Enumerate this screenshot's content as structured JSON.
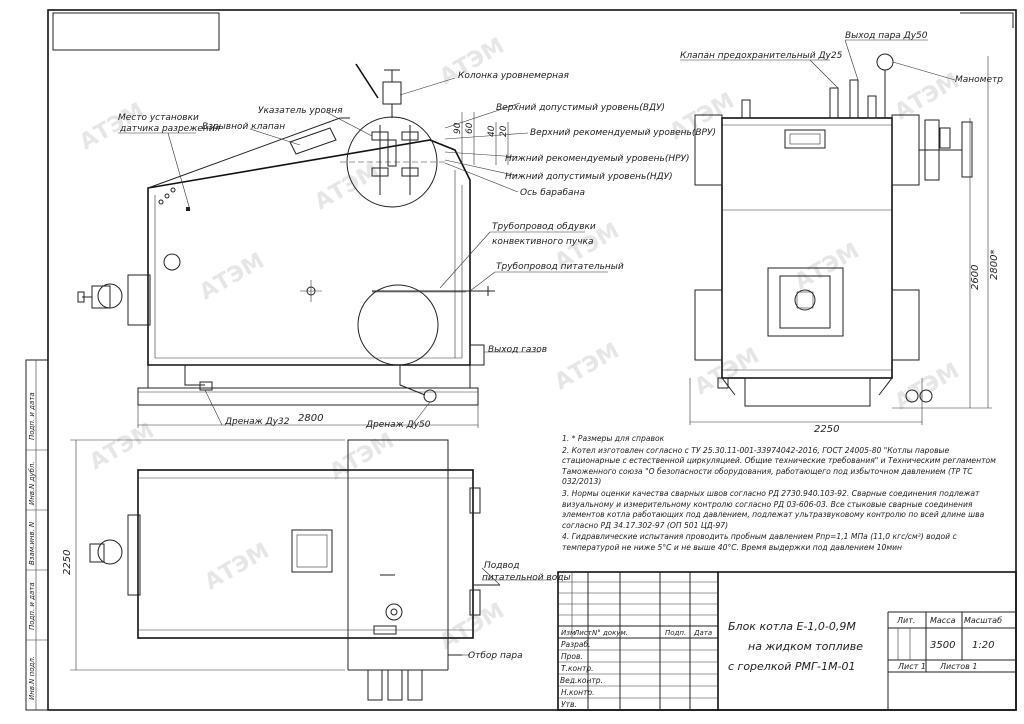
{
  "watermark": "АТЭМ",
  "top_labels": {
    "vacuum_sensor": [
      "Место установки",
      "датчика разрежения"
    ],
    "level_column": "Колонка уровнемерная",
    "level_indicator": "Указатель уровня",
    "explosion_valve": "Взрывной клапан",
    "vdu": "Верхний допустимый уровень(ВДУ)",
    "vru": "Верхний рекомендуемый уровень(ВРУ)",
    "nru": "Нижний рекомендуемый уровень(НРУ)",
    "ndu": "Нижний допустимый уровень(НДУ)",
    "drum_axis": "Ось барабана",
    "blowdown_pipe": [
      "Трубопровод обдувки",
      "конвективного пучка"
    ],
    "feed_pipe": "Трубопровод питательный",
    "gas_outlet": "Выход газов",
    "drain32": "Дренаж Ду32",
    "drain50": "Дренаж Ду50",
    "safety_valve": "Клапан предохранительный Ду25",
    "steam_outlet": "Выход пара Ду50",
    "manometer": "Манометр",
    "feed_water": [
      "Подвод",
      "питательной воды"
    ],
    "steam_tap": "Отбор пара"
  },
  "dimensions": {
    "d90": "90",
    "d60": "60",
    "d40": "40",
    "d20": "20",
    "front_width": "2800",
    "side_width": "2250",
    "side_height": "2600",
    "overall_height": "2800*",
    "plan_depth": "2250"
  },
  "notes": [
    "1.   * Размеры для справок",
    "2.   Котел изготовлен согласно с ТУ 25.30.11-001-33974042-2016, ГОСТ 24005-80 \"Котлы паровые стационарные с естественной циркуляцией. Общие технические требования\" и Техническим регламентом Таможенного союза \"О безопасности оборудования, работающего под избыточном давлением (ТР ТС 032/2013)",
    "3.   Нормы оценки качества сварных швов согласно РД 2730.940.103-92. Сварные соединения подлежат визуальному и измерительному контролю согласно РД 03-606-03. Все стыковые сварные соединения элементов котла работающих под давлением, подлежат ультразвуковому контролю по всей длине шва согласно РД 34.17.302-97 (ОП 501 ЦД-97)",
    "4.   Гидравлические испытания проводить пробным давлением Рпр=1,1 МПа (11,0 кгс/см²) водой с температурой не ниже 5°С и не выше 40°С. Время выдержки под давлением 10мин"
  ],
  "left_strip": [
    "Подп. и дата",
    "Инв.N дубл.",
    "Взам.инв. N",
    "Подп. и дата",
    "Инв.N подл."
  ],
  "title_block": {
    "headers": [
      "Изм",
      "Лист",
      "N° докум.",
      "Подп.",
      "Дата"
    ],
    "roles": [
      "Разраб.",
      "Пров.",
      "Т.контр.",
      "",
      "Н.контр.",
      "Утв."
    ],
    "ved_label": "Вед.контр.",
    "title_lines": [
      "Блок котла Е-1,0-0,9М",
      "на жидком топливе",
      "с горелкой РМГ-1М-01"
    ],
    "lit": "Лит.",
    "mass_label": "Масса",
    "scale_label": "Масштаб",
    "mass": "3500",
    "scale": "1:20",
    "sheet": "Лист 1",
    "sheets": "Листов 1"
  }
}
